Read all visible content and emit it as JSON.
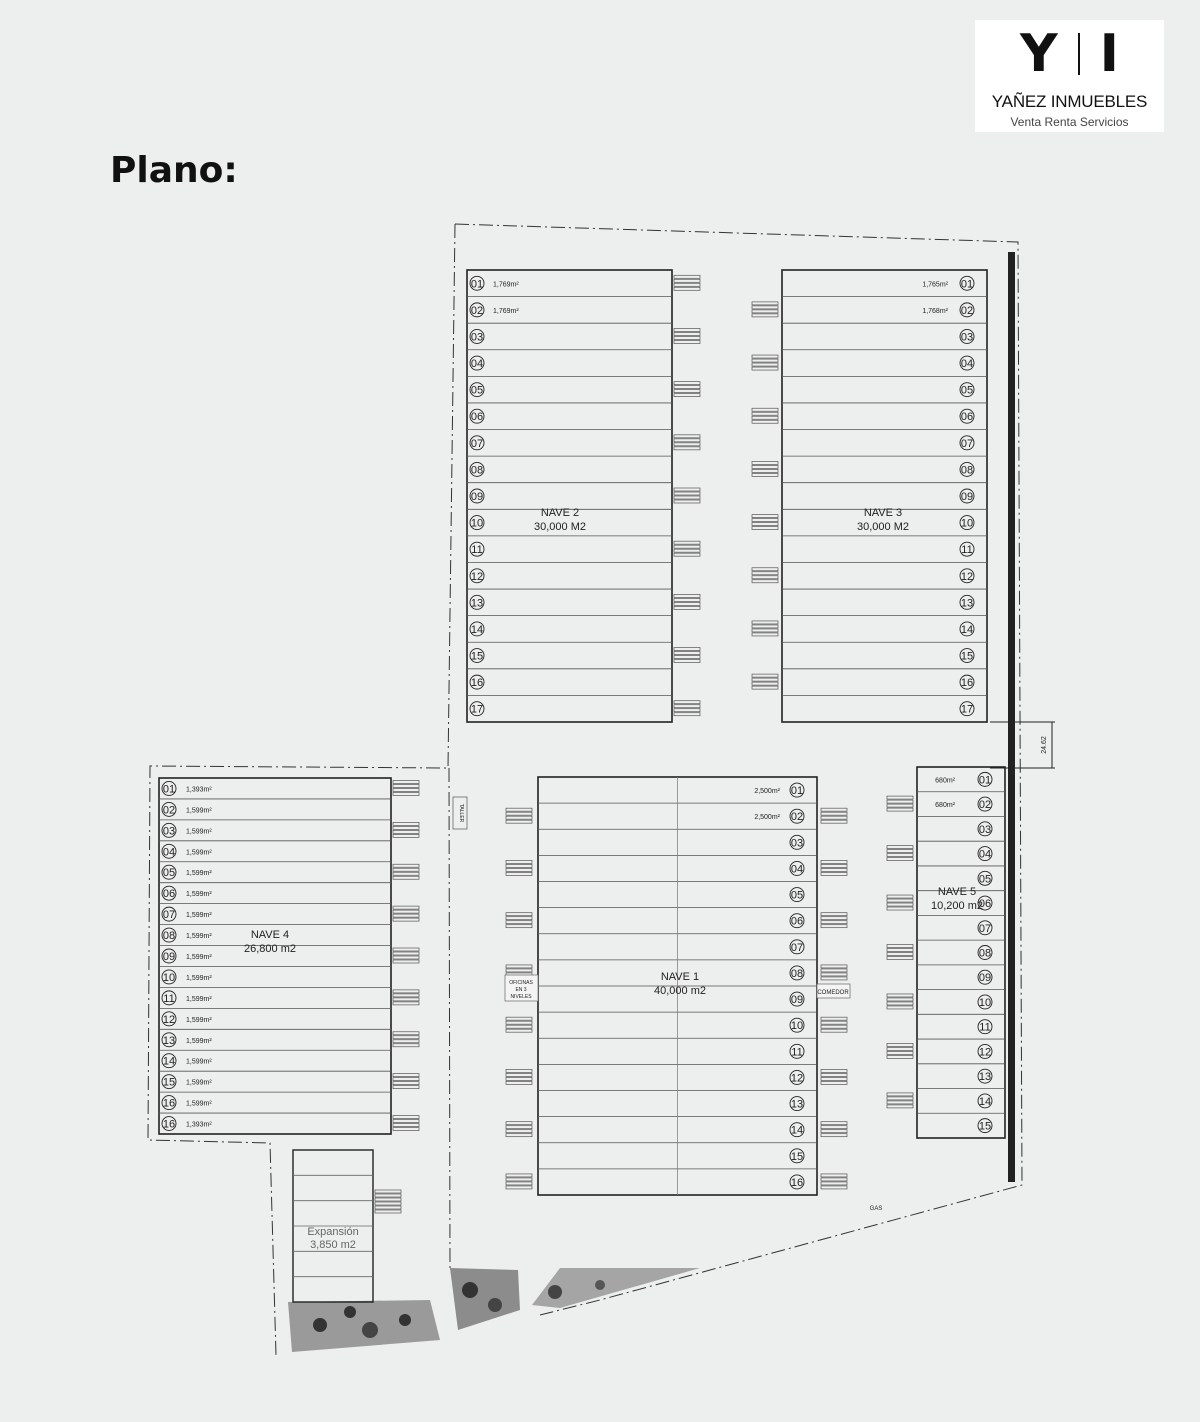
{
  "header": {
    "logo_mark_left": "Y",
    "logo_mark_right": "I",
    "brand_name": "YAÑEZ INMUEBLES",
    "brand_tagline": "Venta Renta Servicios",
    "title": "Plano:"
  },
  "naves": {
    "nave1": {
      "name": "NAVE 1",
      "area": "40,000  m2",
      "units": [
        "01",
        "02",
        "03",
        "04",
        "05",
        "06",
        "07",
        "08",
        "09",
        "10",
        "11",
        "12",
        "13",
        "14",
        "15",
        "16"
      ],
      "unit_areas": [
        "2,500m²",
        "2,500m²"
      ]
    },
    "nave2": {
      "name": "NAVE 2",
      "area": "30,000 M2",
      "units": [
        "01",
        "02",
        "03",
        "04",
        "05",
        "06",
        "07",
        "08",
        "09",
        "10",
        "11",
        "12",
        "13",
        "14",
        "15",
        "16",
        "17"
      ],
      "unit_areas": [
        "1,769m²",
        "1,769m²"
      ]
    },
    "nave3": {
      "name": "NAVE 3",
      "area": "30,000 M2",
      "units": [
        "01",
        "02",
        "03",
        "04",
        "05",
        "06",
        "07",
        "08",
        "09",
        "10",
        "11",
        "12",
        "13",
        "14",
        "15",
        "16",
        "17"
      ],
      "unit_areas": [
        "1,765m²",
        "1,768m²"
      ]
    },
    "nave4": {
      "name": "NAVE 4",
      "area": "26,800  m2",
      "units": [
        "01",
        "02",
        "03",
        "04",
        "05",
        "06",
        "07",
        "08",
        "09",
        "10",
        "11",
        "12",
        "13",
        "14",
        "15",
        "16",
        "16"
      ],
      "unit_areas": [
        "1,393m²",
        "1,599m²",
        "1,599m²",
        "1,599m²",
        "1,599m²",
        "1,599m²",
        "1,599m²",
        "1,599m²",
        "1,599m²",
        "1,599m²",
        "1,599m²",
        "1,599m²",
        "1,599m²",
        "1,599m²",
        "1,599m²",
        "1,599m²",
        "1,393m²"
      ]
    },
    "nave5": {
      "name": "NAVE 5",
      "area": "10,200 m2",
      "units": [
        "01",
        "02",
        "03",
        "04",
        "05",
        "06",
        "07",
        "08",
        "09",
        "10",
        "11",
        "12",
        "13",
        "14",
        "15"
      ],
      "unit_areas": [
        "680m²",
        "680m²"
      ]
    }
  },
  "expansion": {
    "name": "Expansión",
    "area": "3,850  m2"
  },
  "labels": {
    "taller": "TALLER",
    "oficinas": [
      "OFICINAS",
      "EN 3",
      "NIVELES"
    ],
    "comedor": "COMEDOR",
    "gas": "GAS",
    "dimension": "24.62"
  }
}
